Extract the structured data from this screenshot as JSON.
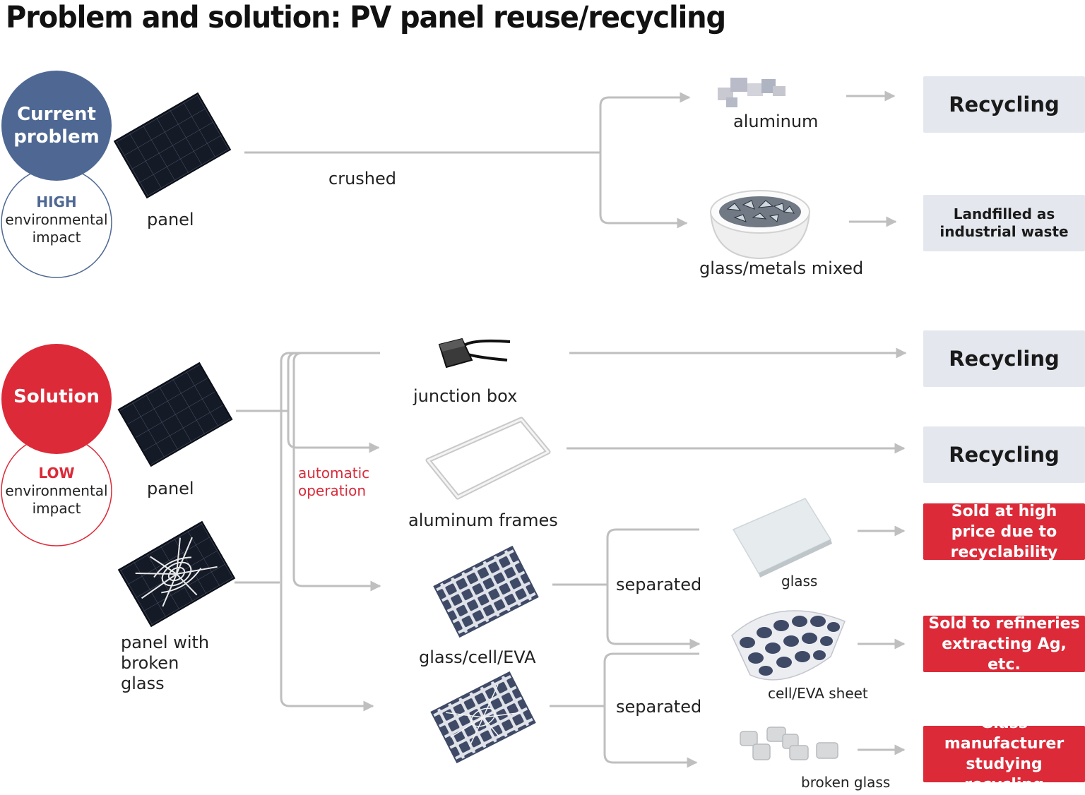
{
  "title": "Problem and solution: PV panel reuse/recycling",
  "colors": {
    "problem": "#4e6893",
    "solution": "#dc2a38",
    "arrow": "#bfbfbf",
    "grey_box": "#e4e8ee"
  },
  "problem": {
    "circle_title": "Current problem",
    "impact_level": "HIGH",
    "impact_text": "environmental impact",
    "panel_label": "panel",
    "process_label": "crushed",
    "outputs": [
      {
        "label": "aluminum",
        "destination": "Recycling"
      },
      {
        "label": "glass/metals mixed",
        "destination": "Landfilled as industrial waste"
      }
    ]
  },
  "solution": {
    "circle_title": "Solution",
    "impact_level": "LOW",
    "impact_text": "environmental impact",
    "panel_label": "panel",
    "broken_panel_label": "panel with broken glass",
    "process_label": "automatic operation",
    "components": [
      {
        "label": "junction box",
        "destination": "Recycling"
      },
      {
        "label": "aluminum frames",
        "destination": "Recycling"
      },
      {
        "label": "glass/cell/EVA"
      }
    ],
    "separated_label": "separated",
    "separated_label_2": "separated",
    "materials": [
      {
        "label": "glass",
        "destination": "Sold at high price due to recyclability"
      },
      {
        "label": "cell/EVA sheet",
        "destination": "Sold to refineries extracting Ag, etc."
      },
      {
        "label": "broken glass",
        "destination": "Glass manufacturer studying recycling"
      }
    ]
  }
}
